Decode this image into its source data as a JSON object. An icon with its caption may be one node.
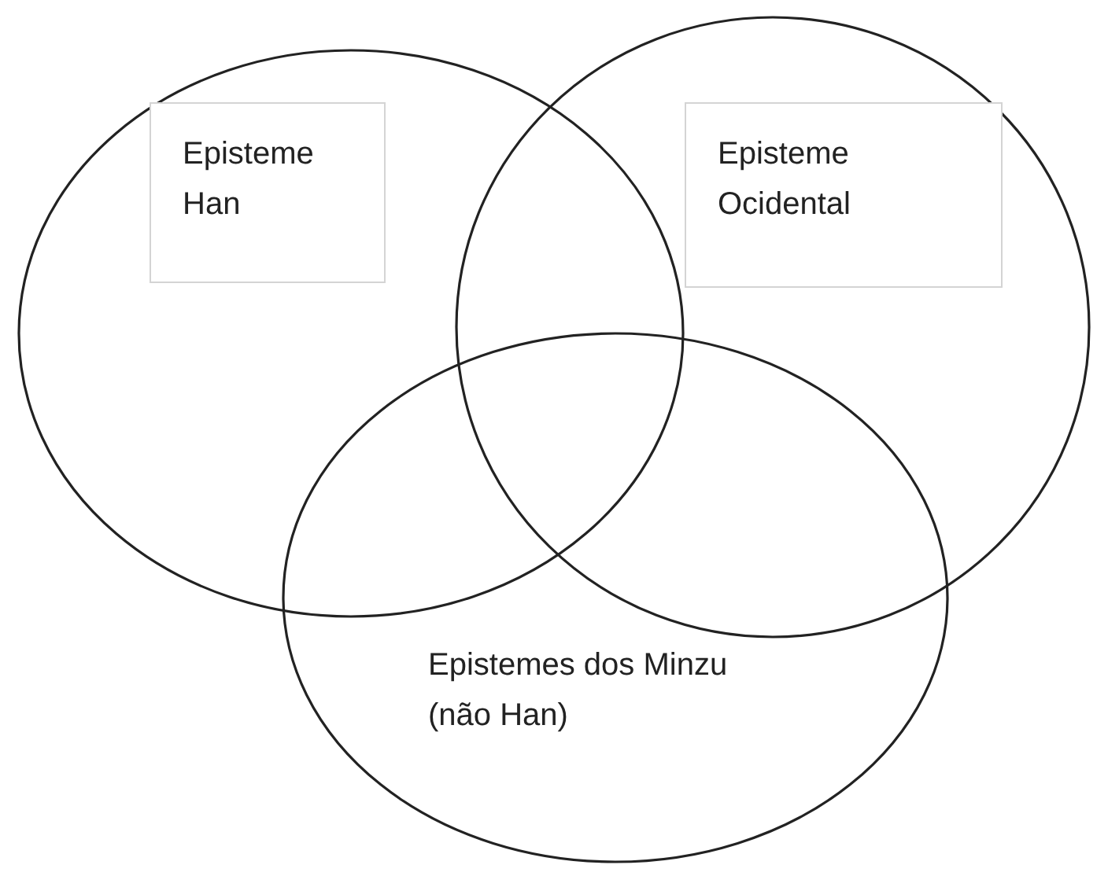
{
  "diagram": {
    "nodes": [
      {
        "text": [],
        "shape": "circle"
      },
      {
        "text": [
          "Episteme Han"
        ],
        "in": 0
      },
      {
        "text": [],
        "shape": "circle"
      },
      {
        "text": [
          "Episteme Ocidental"
        ],
        "in": 2
      },
      {
        "text": [
          "Epistemes dos Minzu (não Han)"
        ]
      }
    ],
    "edges": []
  }
}
